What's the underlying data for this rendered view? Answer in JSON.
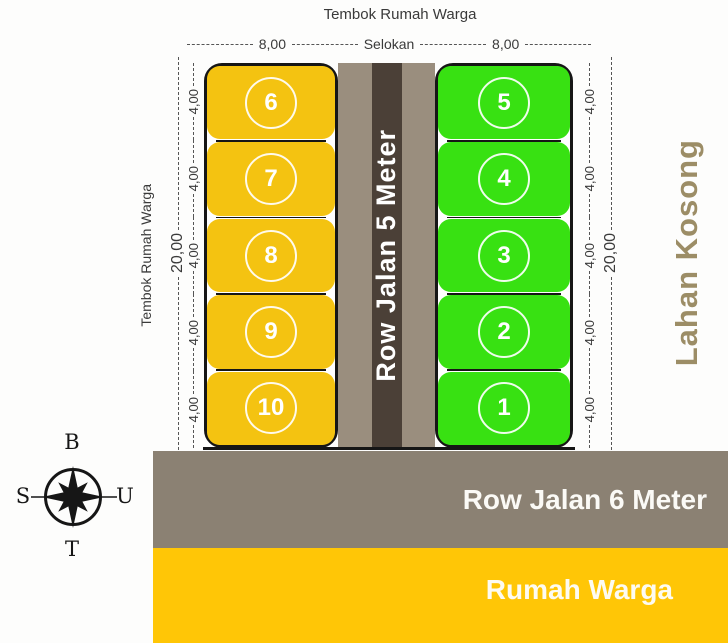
{
  "site_plan": {
    "top_wall_label": "Tembok Rumah Warga",
    "top_dimensions": {
      "left_width": "8,00",
      "gutter_label": "Selokan",
      "right_width": "8,00"
    },
    "left_wall_label": "Tembok Rumah Warga",
    "left_total_depth": "20,00",
    "right_total_depth": "20,00",
    "left_depths": [
      "4,00",
      "4,00",
      "4,00",
      "4,00",
      "4,00"
    ],
    "right_depths": [
      "4,00",
      "4,00",
      "4,00",
      "4,00",
      "4,00"
    ],
    "left_column": {
      "plot_numbers": [
        "6",
        "7",
        "8",
        "9",
        "10"
      ],
      "color": "#f4c311"
    },
    "right_column": {
      "plot_numbers": [
        "5",
        "4",
        "3",
        "2",
        "1"
      ],
      "color": "#38e112"
    },
    "center_road_label": "Row Jalan 5 Meter",
    "bottom_road_label": "Row Jalan 6 Meter",
    "bottom_band_label": "Rumah Warga",
    "right_area_label": "Lahan Kosong",
    "compass": {
      "top": "B",
      "left": "S",
      "right": "U",
      "bottom": "T"
    },
    "colors": {
      "plot_yellow": "#f4c311",
      "plot_green": "#38e112",
      "road_surface": "#9a8e7e",
      "road_stripe": "#4b4037",
      "bottom_road_gray": "#8b8173",
      "houses_band_yellow": "#ffc606",
      "empty_land_text": "#9c8d66",
      "outline_black": "#161616"
    }
  }
}
